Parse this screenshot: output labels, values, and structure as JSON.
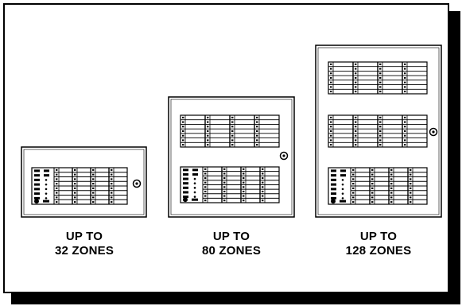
{
  "panels": [
    {
      "caption_line1": "UP TO",
      "caption_line2": "32 ZONES"
    },
    {
      "caption_line1": "UP TO",
      "caption_line2": "80 ZONES"
    },
    {
      "caption_line1": "UP TO",
      "caption_line2": "128 ZONES"
    }
  ],
  "colors": {
    "stroke": "#000000",
    "background": "#ffffff"
  }
}
